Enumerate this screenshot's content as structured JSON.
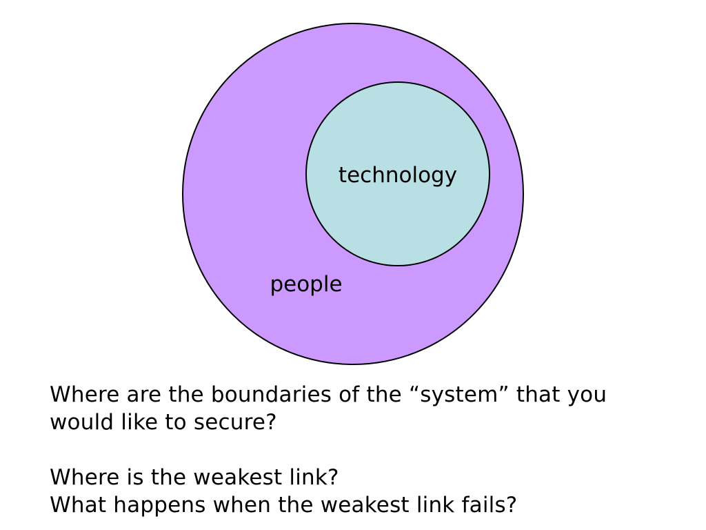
{
  "diagram": {
    "outer_label": "people",
    "inner_label": "technology",
    "colors": {
      "outer_fill": "#CC99FF",
      "inner_fill": "#B8DFE3",
      "stroke": "#000000"
    }
  },
  "questions": {
    "q1_line1": "Where are the boundaries of the “system” that you",
    "q1_line2": "would like to secure?",
    "q2": "Where is the weakest link?",
    "q3": "What happens when the weakest link fails?"
  }
}
